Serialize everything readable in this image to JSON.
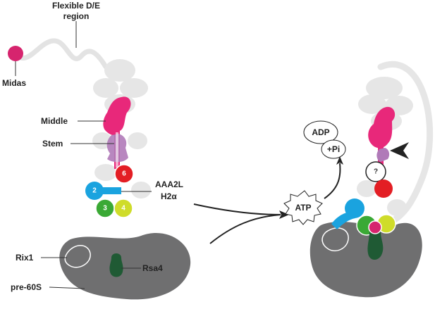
{
  "labels": {
    "flexible_line1": "Flexible D/E",
    "flexible_line2": "region",
    "midas": "Midas",
    "middle": "Middle",
    "stem": "Stem",
    "aaa2l_line1": "AAA2L",
    "aaa2l_line2": "H2α",
    "rix1": "Rix1",
    "rsa4": "Rsa4",
    "pre60s": "pre-60S",
    "adp": "ADP",
    "pi": "+Pi",
    "atp": "ATP",
    "question": "?"
  },
  "domains": [
    "2",
    "3",
    "4",
    "6"
  ],
  "colors": {
    "midas": "#d6246e",
    "middle": "#e8287a",
    "stem": "#b07ab8",
    "aaa_gray": "#e6e6e6",
    "domain6": "#e31e24",
    "domain2": "#1aa3df",
    "domain3": "#3aa935",
    "domain4": "#cfdc2a",
    "ribosome": "#6f6f70",
    "rsa4": "#1f5a34",
    "linker": "#e3e3e3"
  }
}
